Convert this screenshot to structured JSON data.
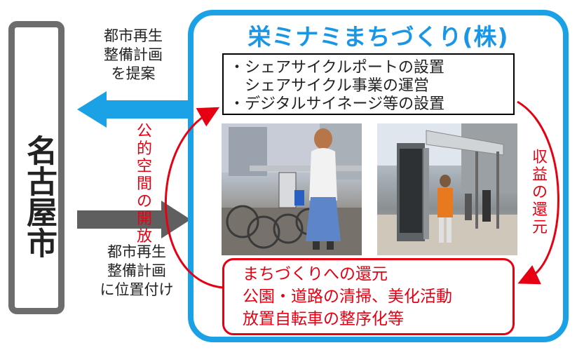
{
  "city": {
    "name": "名古屋市"
  },
  "arrows": {
    "proposal_label": [
      "都市再生",
      "整備計画",
      "を提案"
    ],
    "positioning_label": [
      "都市再生",
      "整備計画",
      "に位置付け"
    ]
  },
  "company": {
    "name": "栄ミナミまちづくり(株)",
    "services": [
      "・シェアサイクルポートの設置",
      "　シェアサイクル事業の運営",
      "・デジタルサイネージ等の設置"
    ]
  },
  "open_space_label": [
    "公",
    "的",
    "空",
    "間",
    "の",
    "開",
    "放"
  ],
  "return_label": [
    "収",
    "益",
    "の",
    "還",
    "元"
  ],
  "result": {
    "lines": [
      "まちづくりへの還元",
      "公園・道路の清掃、美化活動",
      "放置自転車の整序化等"
    ]
  },
  "colors": {
    "blue": "#1aa1e6",
    "gray": "#5f5f5f",
    "red": "#e60012",
    "frame": "#6d6d6d"
  }
}
